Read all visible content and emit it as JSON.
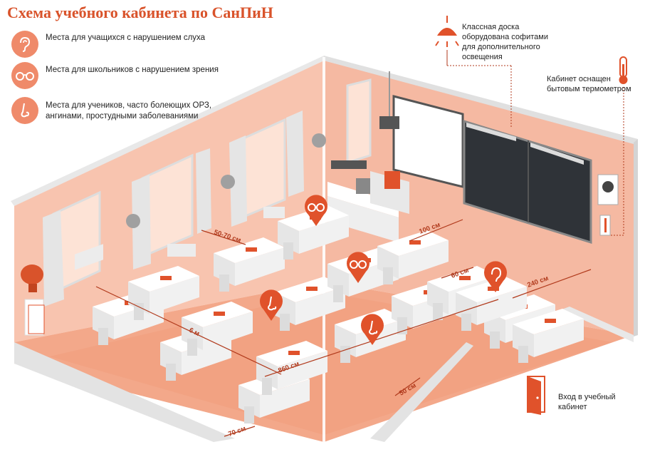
{
  "title": "Схема учебного кабинета по СанПиН",
  "legend": [
    {
      "icon": "ear-icon",
      "text": "Места для учащихся с нарушением слуха"
    },
    {
      "icon": "glasses-icon",
      "text": "Места для школьников с нарушением зрения"
    },
    {
      "icon": "nose-icon",
      "text": "Места для учеников, часто болеющих ОРЗ, ангинами, простудными заболеваниями"
    }
  ],
  "notes": {
    "lamp": "Классная доска оборудована софитами для дополнительного освещения",
    "thermometer": "Кабинет оснащен бытовым термометром",
    "door": "Вход в учебный кабинет"
  },
  "dimensions": {
    "window_gap": "50-70 см",
    "board_dist": "100 см",
    "row_gap": "60 см",
    "board_depth": "240 см",
    "room_width": "6 м",
    "room_length": "860 см",
    "aisle": "50 см",
    "wall_gap": "70 см"
  },
  "colors": {
    "accent": "#e0522b",
    "wall": "#f7c1ac",
    "floor": "#f2a98b",
    "icon_bg": "#ef8a6a"
  }
}
